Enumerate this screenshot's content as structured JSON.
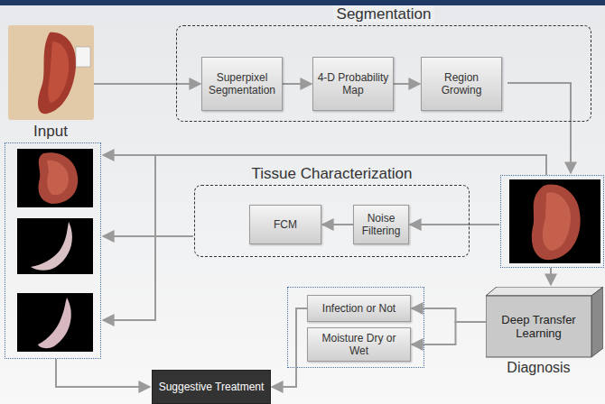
{
  "diagram": {
    "nodes": [
      {
        "text": [
          "Input"
        ]
      },
      {
        "text": [
          "Segmentation"
        ]
      },
      {
        "text": [
          "Superpixel Segmentation"
        ],
        "in": 1
      },
      {
        "text": [
          "4-D Probability Map"
        ],
        "in": 1
      },
      {
        "text": [
          "Region Growing"
        ],
        "in": 1
      },
      {
        "text": [
          "Tissue Characterization"
        ]
      },
      {
        "text": [
          "FCM"
        ],
        "in": 5
      },
      {
        "text": [
          "Noise Filtering"
        ],
        "in": 5
      },
      {
        "text": [
          "Infection or Not"
        ]
      },
      {
        "text": [
          "Moisture Dry or Wet"
        ]
      },
      {
        "text": [
          "Deep Transfer Learning",
          "Diagnosis"
        ]
      },
      {
        "text": [
          "Suggestive Treatment"
        ]
      }
    ],
    "edges": [
      {
        "from": 0,
        "to": 2,
        "arrow": "to"
      },
      {
        "from": 2,
        "to": 3,
        "arrow": "to"
      },
      {
        "from": 3,
        "to": 4,
        "arrow": "to"
      },
      {
        "from": 7,
        "to": 6,
        "arrow": "to"
      },
      {
        "from": 10,
        "to": 8,
        "arrow": "to"
      },
      {
        "from": 10,
        "to": 9,
        "arrow": "to"
      },
      {
        "from": 8,
        "to": 11,
        "arrow": "to"
      }
    ]
  }
}
